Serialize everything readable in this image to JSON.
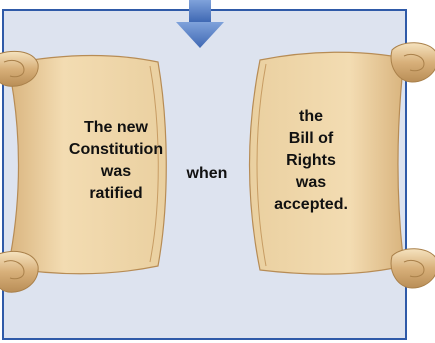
{
  "diagram": {
    "left_scroll": {
      "lines": [
        "The new",
        "Constitution",
        "was",
        "ratified"
      ]
    },
    "connector": {
      "text": "when"
    },
    "right_scroll": {
      "lines": [
        "the",
        "Bill of",
        "Rights",
        "was",
        "accepted."
      ]
    },
    "colors": {
      "panel_bg": "#dde3ef",
      "panel_border": "#2f5aa8",
      "scroll_fill": "#f0d6a8",
      "scroll_shade": "#c9a06a",
      "arrow": "#5f86c9"
    },
    "icons": {
      "top_arrow": "down-arrow-icon"
    }
  }
}
